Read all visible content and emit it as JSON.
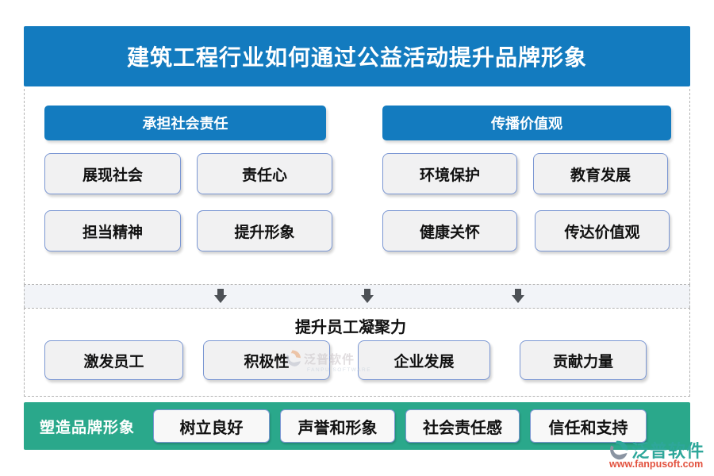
{
  "title": "建筑工程行业如何通过公益活动提升品牌形象",
  "top_sections": [
    {
      "header": "承担社会责任",
      "items": [
        "展现社会",
        "责任心",
        "担当精神",
        "提升形象"
      ]
    },
    {
      "header": "传播价值观",
      "items": [
        "环境保护",
        "教育发展",
        "健康关怀",
        "传达价值观"
      ]
    }
  ],
  "middle_section": {
    "title": "提升员工凝聚力",
    "items": [
      "激发员工",
      "积极性",
      "企业发展",
      "贡献力量"
    ]
  },
  "bottom_bar": {
    "label": "塑造品牌形象",
    "items": [
      "树立良好",
      "声誉和形象",
      "社会责任感",
      "信任和支持"
    ]
  },
  "watermark": {
    "name": "泛普软件",
    "caption": "FANPU SOFTWARE"
  },
  "brand": {
    "name": "泛普软件",
    "website": "www.fanpusoft.com"
  },
  "colors": {
    "banner_blue": "#137bbf",
    "box_border_blue": "#7b97d3",
    "box_fill": "#f1f1f2",
    "bar_green": "#2aa88b",
    "arrow_gray": "#4d5156",
    "logo_teal": "#2ea79a",
    "url_red": "#e2523f"
  }
}
